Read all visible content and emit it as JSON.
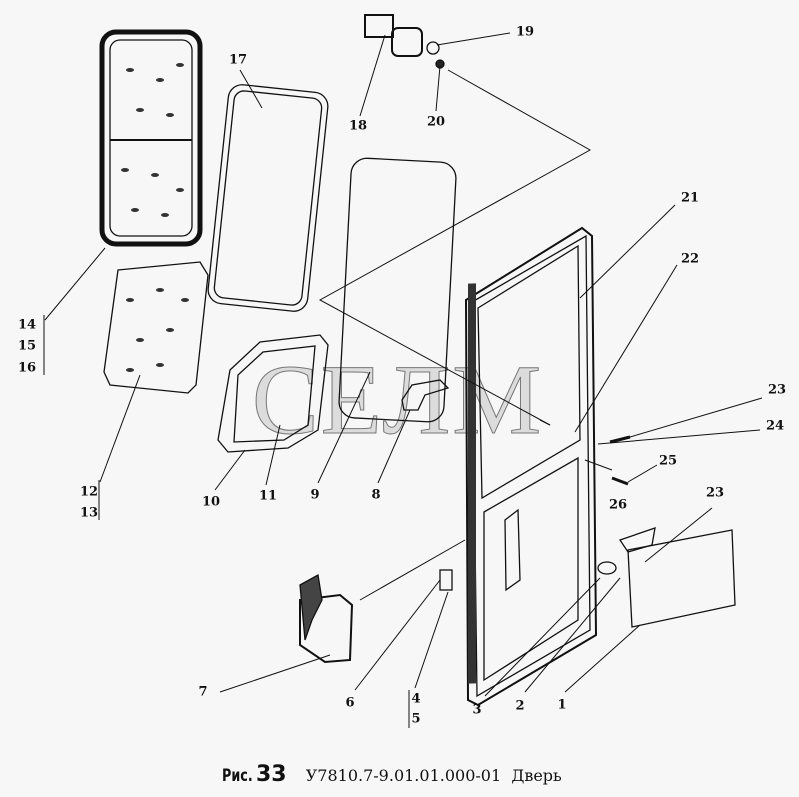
{
  "caption": {
    "fig_prefix": "Рис.",
    "fig_number": "33",
    "part_code": "У7810.7-9.01.01.000-01",
    "title": "Дверь"
  },
  "watermark": "СЕЛМ",
  "labels": [
    "1",
    "2",
    "3",
    "4",
    "5",
    "6",
    "7",
    "8",
    "9",
    "10",
    "11",
    "12",
    "13",
    "14",
    "15",
    "16",
    "17",
    "18",
    "19",
    "20",
    "21",
    "22",
    "23",
    "24",
    "25",
    "26",
    "23"
  ]
}
